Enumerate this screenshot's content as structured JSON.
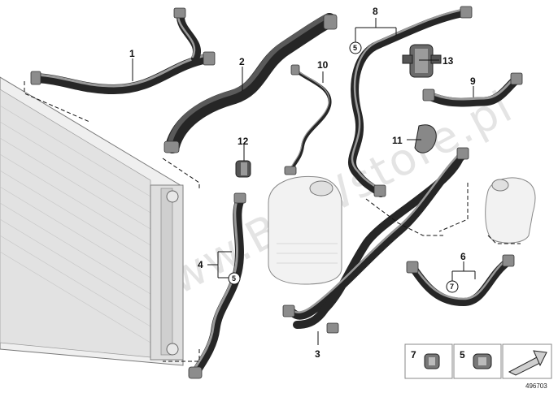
{
  "watermark": "www.BMWstore.pl",
  "callouts": {
    "p1": "1",
    "p2": "2",
    "p3": "3",
    "p4": "4",
    "p5a": "5",
    "p5b": "5",
    "p6": "6",
    "p7": "7",
    "p8": "8",
    "p9": "9",
    "p10": "10",
    "p11": "11",
    "p12": "12",
    "p13": "13"
  },
  "legend": {
    "item_a": "7",
    "item_b": "5",
    "arrow_icon": "arrow-icon"
  },
  "diagram_number": "496703"
}
